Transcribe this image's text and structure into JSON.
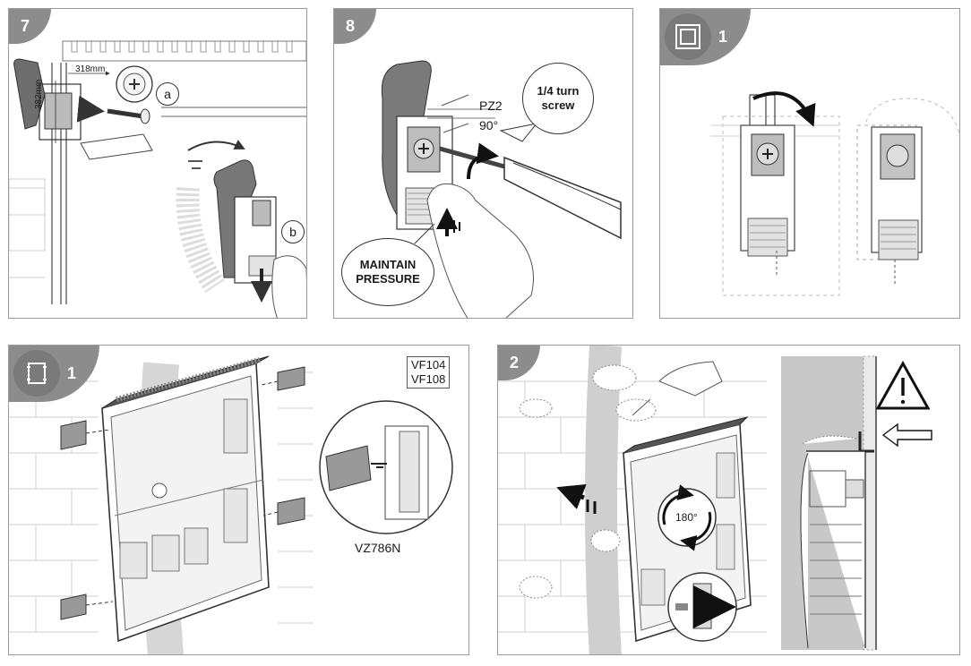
{
  "panels": {
    "p7": {
      "step": "7",
      "dim_width": "318mm",
      "dim_height": "382mm",
      "marker_a": "a",
      "marker_b": "b"
    },
    "p8": {
      "step": "8",
      "screw_type": "PZ2",
      "angle": "90°",
      "callout": "1/4 turn screw",
      "warning": "MAINTAIN PRESSURE"
    },
    "p1a": {
      "step": "1"
    },
    "p1b": {
      "step": "1",
      "models": [
        "VF104",
        "VF108"
      ],
      "part": "VZ786N"
    },
    "p2": {
      "step": "2",
      "rotation": "180°"
    }
  },
  "colors": {
    "badge": "#8c8c8c",
    "line": "#333333",
    "light": "#cfcfcf",
    "wall": "#c8c8c8"
  }
}
